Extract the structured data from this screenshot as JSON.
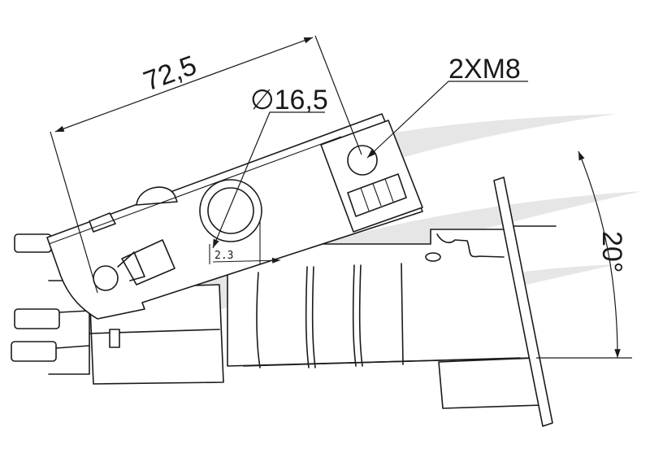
{
  "dimensions": {
    "length": "72,5",
    "diameter": "∅16,5",
    "thread": "2XM8",
    "angle": "20°",
    "offset": "2.3"
  }
}
